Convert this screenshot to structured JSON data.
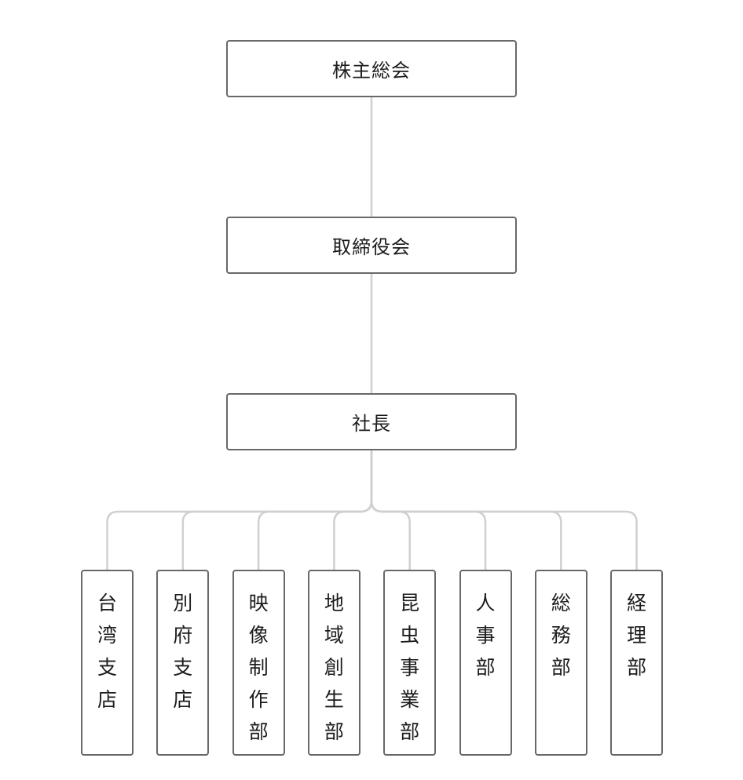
{
  "nodes": {
    "shareholders": "株主総会",
    "board": "取締役会",
    "president": "社長"
  },
  "departments": [
    {
      "label": "台湾支店"
    },
    {
      "label": "別府支店"
    },
    {
      "label": "映像制作部"
    },
    {
      "label": "地域創生部"
    },
    {
      "label": "昆虫事業部"
    },
    {
      "label": "人事部"
    },
    {
      "label": "総務部"
    },
    {
      "label": "経理部"
    }
  ],
  "colors": {
    "box_border": "#686868",
    "connector": "#d0d0d0",
    "text": "#1c1c1c"
  }
}
